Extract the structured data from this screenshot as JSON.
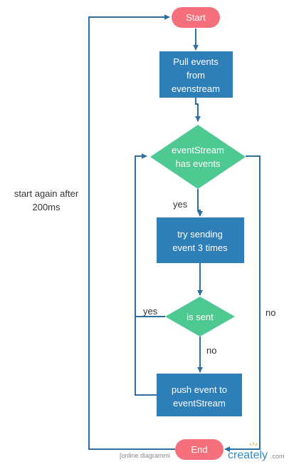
{
  "nodes": {
    "start": "Start",
    "pull_events": [
      "Pull events",
      "from",
      "evenstream"
    ],
    "has_events": [
      "eventStream",
      "has events"
    ],
    "try_sending": [
      "try sending",
      "event 3 times"
    ],
    "is_sent": "is sent",
    "push_event": [
      "push event to",
      "eventStream"
    ],
    "end": "End"
  },
  "edge_labels": {
    "yes_has_events": "yes",
    "yes_is_sent": "yes",
    "no_is_sent": "no",
    "no_has_events": "no",
    "loop": [
      "start again after",
      "200ms"
    ]
  },
  "watermark": {
    "text": "[online diagrammi",
    "brand_prefix": "cr",
    "brand_main": "eately",
    "brand_suffix": ".com"
  },
  "colors": {
    "terminal": "#f5707a",
    "process": "#2e7eb8",
    "decision": "#4fc992",
    "connector": "#2c6fa3",
    "brand": "#2e8bc9"
  }
}
